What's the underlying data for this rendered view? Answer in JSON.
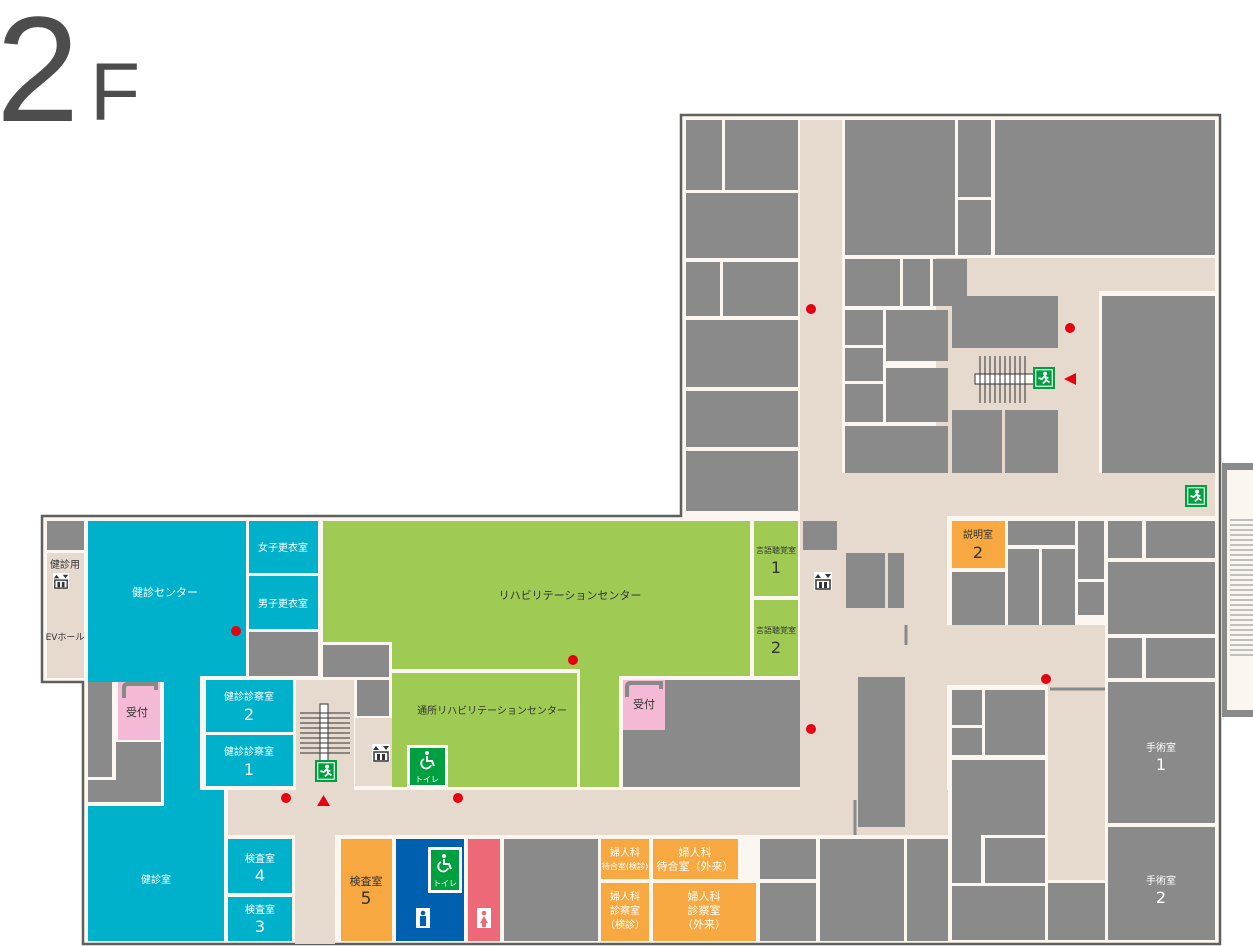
{
  "floor": {
    "number": "2",
    "suffix": "F"
  },
  "colors": {
    "corridor": "#e6dace",
    "outline": "#5f5f5f",
    "wall": "#fbf6ef",
    "room_gray": "#8a8a8b",
    "checkup_teal": "#00b1cc",
    "rehab_green": "#9fcb55",
    "exam_orange": "#f7a840",
    "reception_pink": "#f4b9d5",
    "male_blue": "#0060b0",
    "female_red": "#ee6978",
    "exit_green": "#00a040",
    "marker_red": "#e60012"
  },
  "labels": {
    "kenshin_center": "健診センター",
    "women_locker": "女子更衣室",
    "men_locker": "男子更衣室",
    "rehab_center": "リハビリテーションセンター",
    "day_rehab_center": "通所リハビリテーションセンター",
    "speech_room_1_name": "言語聴覚室",
    "speech_room_1_num": "1",
    "speech_room_2_name": "言語聴覚室",
    "speech_room_2_num": "2",
    "kenshin_ev_name": "健診用",
    "ev_hall": "EVホール",
    "reception_left": "受付",
    "reception_mid": "受付",
    "kenshin_exam_2_name": "健診診察室",
    "kenshin_exam_2_num": "2",
    "kenshin_exam_1_name": "健診診察室",
    "kenshin_exam_1_num": "1",
    "kenshin_room": "健診室",
    "inspect_4_name": "検査室",
    "inspect_4_num": "4",
    "inspect_3_name": "検査室",
    "inspect_3_num": "3",
    "inspect_5_name": "検査室",
    "inspect_5_num": "5",
    "toilet": "トイレ",
    "toilet2": "トイレ",
    "gyn_wait_checkup_1": "婦人科",
    "gyn_wait_checkup_2": "待合室(検診)",
    "gyn_wait_out_1": "婦人科",
    "gyn_wait_out_2": "待合室（外来）",
    "gyn_exam_checkup_1": "婦人科",
    "gyn_exam_checkup_2": "診察室",
    "gyn_exam_checkup_3": "（検診）",
    "gyn_exam_out_1": "婦人科",
    "gyn_exam_out_2": "診察室",
    "gyn_exam_out_3": "（外来）",
    "explain_2_name": "説明室",
    "explain_2_num": "2",
    "surgery_1_name": "手術室",
    "surgery_1_num": "1",
    "surgery_2_name": "手術室",
    "surgery_2_num": "2"
  },
  "icons": {
    "elevator": "elevator-icon",
    "emergency_exit": "emergency-exit-icon",
    "wheelchair": "wheelchair-icon",
    "male": "male-icon",
    "female": "female-icon",
    "stairs": "stairs-icon",
    "marker_dot": "red-dot-marker",
    "marker_triangle": "red-triangle-marker"
  }
}
